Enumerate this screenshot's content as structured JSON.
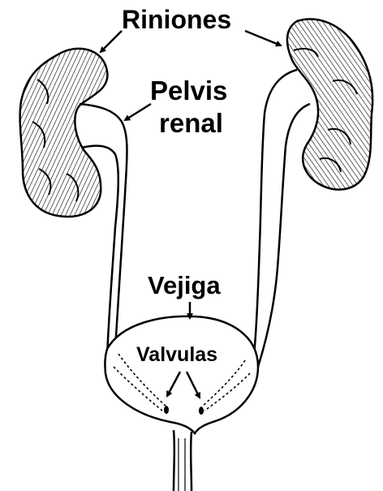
{
  "labels": {
    "kidneys": "Riniones",
    "renal_pelvis_line1": "Pelvis",
    "renal_pelvis_line2": "renal",
    "bladder": "Vejiga",
    "valves": "Valvulas"
  },
  "colors": {
    "ink": "#000000",
    "background": "#ffffff"
  }
}
